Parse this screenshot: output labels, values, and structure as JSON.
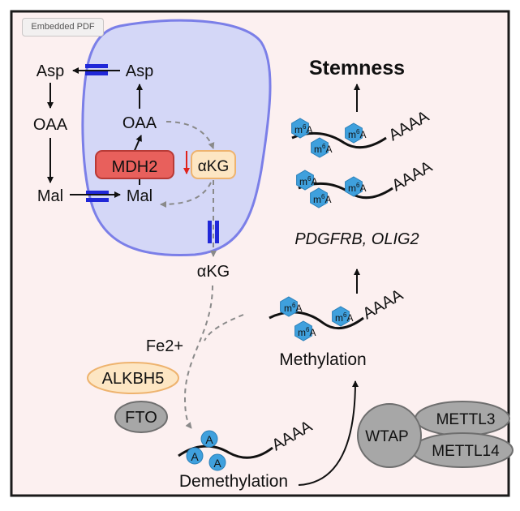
{
  "badge": "Embedded PDF",
  "metabolites": {
    "asp_left": "Asp",
    "asp_right": "Asp",
    "oaa_left": "OAA",
    "oaa_right": "OAA",
    "mal_left": "Mal",
    "mal_right": "Mal",
    "akg_inner": "αKG",
    "akg_outer": "αKG"
  },
  "enzymes": {
    "mdh2": "MDH2",
    "alkbh5": "ALKBH5",
    "fto": "FTO",
    "wtap": "WTAP",
    "mettl3": "METTL3",
    "mettl14": "METTL14"
  },
  "cofactor": "Fe2+",
  "labels": {
    "stemness": "Stemness",
    "genes": "PDGFRB, OLIG2",
    "methylation": "Methylation",
    "demethylation": "Demethylation"
  },
  "rna": {
    "polyA": "AAAA",
    "m": "m",
    "six": "6",
    "a": "A"
  },
  "colors": {
    "frame": "#1a1a1a",
    "panel_bg": "#fcf0f0",
    "mito_fill": "#d4d7f7",
    "mito_stroke": "#7b7fe8",
    "transporter": "#2027d8",
    "mdh2_fill": "#e8605c",
    "akg_fill": "#fde6c3",
    "gray_enzyme": "#a7a7a7",
    "m6a_blue": "#3fa0dd",
    "red_arrow": "#e0221b"
  }
}
